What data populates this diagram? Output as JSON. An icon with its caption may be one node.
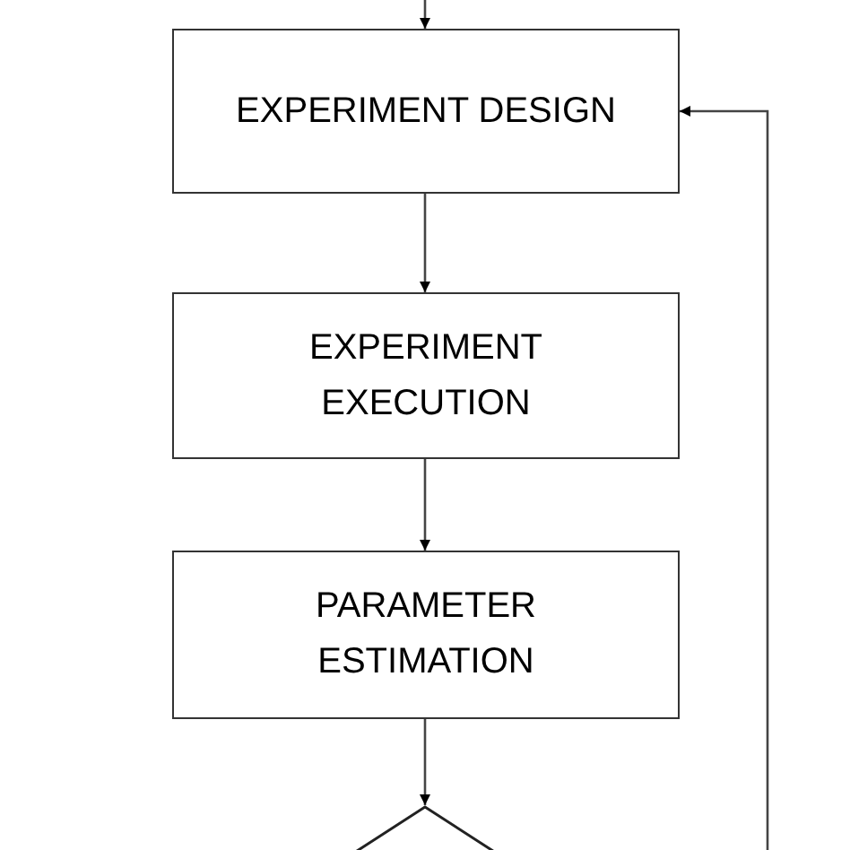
{
  "diagram": {
    "nodes": [
      {
        "text": [
          "EXPERIMENT DESIGN"
        ]
      },
      {
        "text": [
          "EXPERIMENT EXECUTION"
        ]
      },
      {
        "text": [
          "PARAMETER ESTIMATION"
        ]
      },
      {
        "text": [],
        "shape": "diamond"
      }
    ],
    "edges": [
      {
        "from": null,
        "to": 0,
        "arrow": "to"
      },
      {
        "from": 0,
        "to": 1,
        "arrow": "to"
      },
      {
        "from": 1,
        "to": 2,
        "arrow": "to"
      },
      {
        "from": 2,
        "to": 3,
        "arrow": "to"
      },
      {
        "from": null,
        "to": 0,
        "arrow": "to"
      }
    ]
  }
}
